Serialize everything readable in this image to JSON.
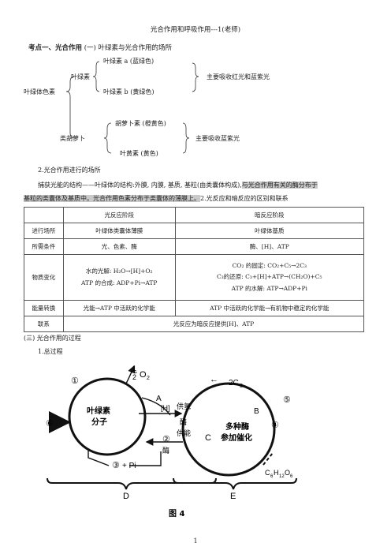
{
  "doc": {
    "title": "光合作用和呼吸作用---1(老师)",
    "point1": "考点一、光合作用",
    "point1_sub": "(一) 叶绿素与光合作用的场所",
    "pigments": {
      "root": "叶绿体色素",
      "chlorophyll": "叶绿素",
      "chl_a": "叶绿素 a  (蓝绿色)",
      "chl_b": "叶绿素 b  (黄绿色)",
      "chl_note": "主要吸收红光和蓝紫光",
      "carotenoid": "类胡萝卜",
      "carotene": "胡萝卜素  (橙黄色)",
      "xanthophyll": "叶黄素   (黄色)",
      "car_note": "主要吸收蓝紫光"
    },
    "site_heading": "2.光合作用进行的场所",
    "para1_a": "捕获光能的结构——叶绿体的结构:外膜, 内膜, 基质, 基粒(由类囊体构成),",
    "para1_hl": "与光合作用有关的酶分布于",
    "para2_hl": "基粒的类囊体及基质中。光合作用色素分布于类囊体的薄膜上。",
    "para2_b": "2.光反应和暗反应的区别和联系",
    "table": {
      "h_light": "光反应阶段",
      "h_dark": "暗反应阶段",
      "r1_label": "进行场所",
      "r1_light": "叶绿体类囊体薄膜",
      "r1_dark": "叶绿体基质",
      "r2_label": "所需条件",
      "r2_light": "光、色素、酶",
      "r2_dark": "酶、[H]、ATP",
      "r3_label": "物质变化",
      "r3_light_1": "水的光解: H₂O→[H]+O₂",
      "r3_light_2": "ATP 的合成: ADP+Pi→ATP",
      "r3_dark_1": "CO₂ 的固定: CO₂+C₅→2C₃",
      "r3_dark_2": "C₃的还原: C₃+[H]+ATP→(CH₂O)+C₅",
      "r3_dark_3": "ATP 的水解: ATP→ADP+Pi",
      "r4_label": "能量转换",
      "r4_light": "光能→ATP 中活跃的化学能",
      "r4_dark": "ATP 中活跃的化学能→有机物中稳定的化学能",
      "r5_label": "联系",
      "r5_value": "光反应为暗反应提供[H]、ATP"
    },
    "process_heading": "(三) 光合作用的过程",
    "overall_heading": "1.总过程",
    "figure": {
      "n1": "①",
      "n2": "②",
      "n3": "③",
      "n4": "④",
      "n5": "⑤",
      "n6": "⑥",
      "pi": "+ Pi",
      "A": "A",
      "B": "B",
      "C": "C",
      "D": "D",
      "E": "E",
      "half": "1",
      "half_den": "2",
      "o2": "O",
      "o2_sub": "2",
      "left_line1": "叶绿素",
      "left_line2": "分子",
      "h": "[H]",
      "gongqing": "供氢",
      "mei": "酶",
      "gongneng": "供能",
      "c3": "2C",
      "c3_sub": "3",
      "right_line1": "多种酶",
      "right_line2": "参加催化",
      "glu": "C",
      "glu6": "6",
      "glu_h": "H",
      "glu12": "12",
      "glu_o": "O",
      "glu6b": "6",
      "caption": "图 4"
    },
    "page": "1"
  }
}
